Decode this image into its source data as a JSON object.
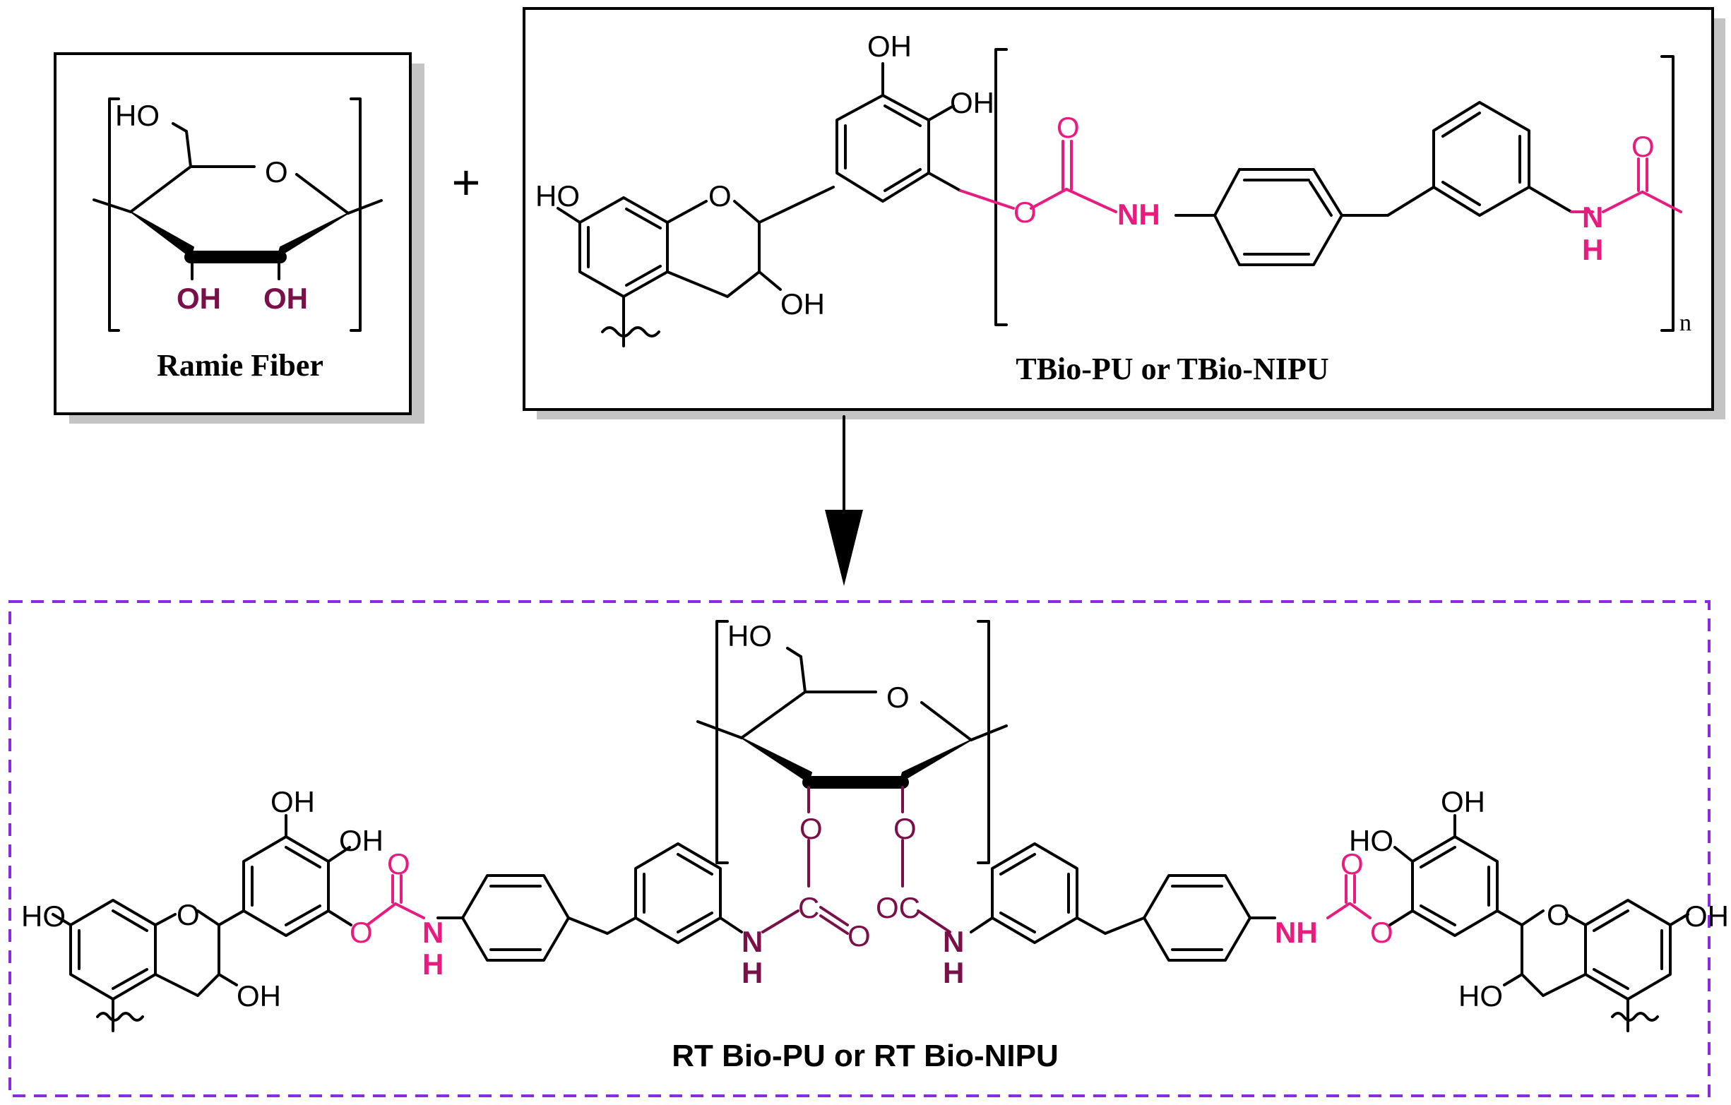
{
  "reactant_1": {
    "caption": "Ramie Fiber",
    "atoms": {
      "ho": "HO",
      "ring_o": "O",
      "oh_left": "OH",
      "oh_right": "OH"
    }
  },
  "plus_sign": "+",
  "reactant_2": {
    "caption": "TBio-PU or TBio-NIPU",
    "repeat_subscript": "n",
    "atoms": {
      "oh_top": "OH",
      "oh_mid": "OH",
      "ho_left": "HO",
      "ring_o": "O",
      "oh_low": "OH",
      "carb_o_double": "O",
      "carb_o_single": "O",
      "nh": "NH",
      "amide_o": "O",
      "amide_n": "N",
      "amide_h": "H"
    }
  },
  "product": {
    "caption": "RT Bio-PU or RT Bio-NIPU",
    "colors": {
      "urethane": "#ea1b7f",
      "cellulose_link": "#7a1048",
      "dashed_box": "#8a2be2"
    },
    "atoms": {
      "center_ho": "HO",
      "center_ring_o": "O",
      "link_o_left": "O",
      "link_o_right": "O",
      "link_c_left": "C",
      "link_o_c_right": "OC",
      "link_o_double": "O",
      "link_n_left": "N",
      "link_h_left": "H",
      "link_n_right": "N",
      "link_h_right": "H",
      "left_oh_top": "OH",
      "left_oh_mid": "OH",
      "left_ho": "HO",
      "left_ring_o": "O",
      "left_oh_low": "OH",
      "left_carb_o_double": "O",
      "left_carb_o_single": "O",
      "left_n": "N",
      "left_h": "H",
      "right_oh_top": "OH",
      "right_ho_mid": "HO",
      "right_oh": "OH",
      "right_ring_o": "O",
      "right_ho_low": "HO",
      "right_carb_o_double": "O",
      "right_carb_o_single": "O",
      "right_nh": "NH"
    }
  }
}
